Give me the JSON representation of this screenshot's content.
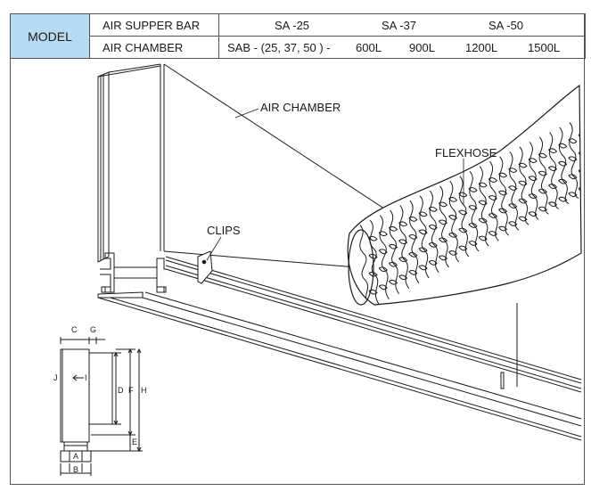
{
  "spec_table": {
    "model_label": "MODEL",
    "row1_label": "AIR SUPPER BAR",
    "row2_label": "AIR CHAMBER",
    "models": [
      "SA -25",
      "SA -37",
      "SA -50"
    ],
    "chamber_series": "SAB - (25,  37,  50 ) -",
    "volumes": [
      "600L",
      "900L",
      "1200L",
      "1500L"
    ]
  },
  "callouts": {
    "air_chamber": "AIR CHAMBER",
    "flexhose": "FLEXHOSE",
    "clips": "CLIPS"
  },
  "dimension_letters": [
    "C",
    "G",
    "J",
    "I",
    "D",
    "F",
    "H",
    "E",
    "A",
    "B"
  ],
  "colors": {
    "model_bg": "#b7dcf2",
    "line": "#1a1a1a"
  }
}
